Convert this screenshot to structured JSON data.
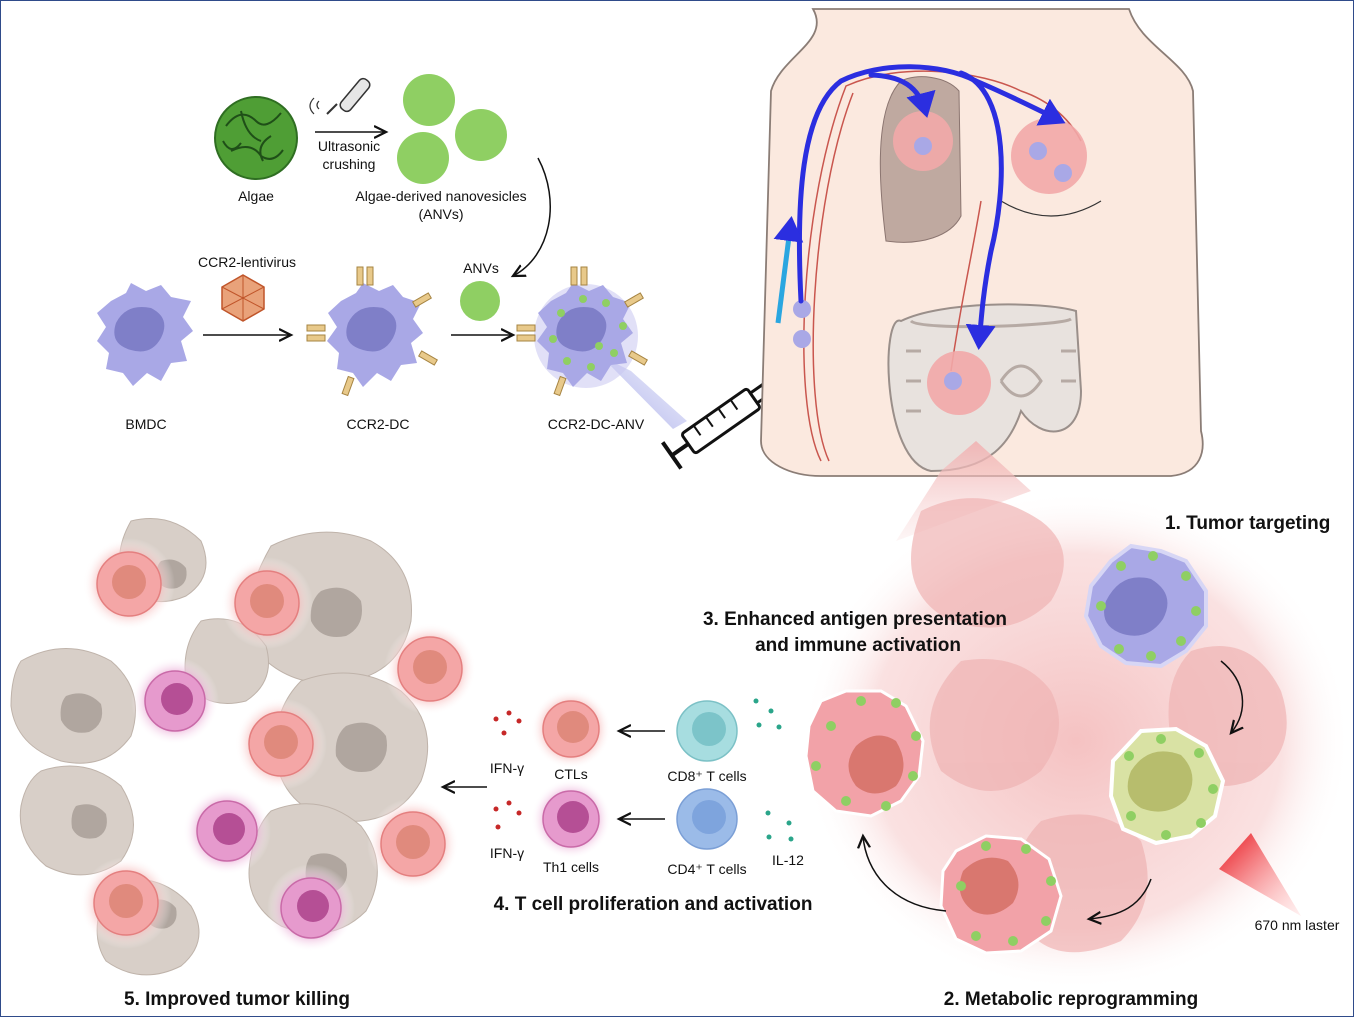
{
  "top": {
    "algae_label": "Algae",
    "ultrasonic_line1": "Ultrasonic",
    "ultrasonic_line2": "crushing",
    "anv_line1": "Algae-derived nanovesicles",
    "anv_line2": "(ANVs)",
    "lentivirus_label": "CCR2-lentivirus",
    "anvs_label": "ANVs",
    "bmdc_label": "BMDC",
    "ccr2dc_label": "CCR2-DC",
    "ccr2dcanv_label": "CCR2-DC-ANV"
  },
  "steps": {
    "step1": "1. Tumor targeting",
    "step2": "2. Metabolic reprogramming",
    "step3_line1": "3. Enhanced antigen presentation",
    "step3_line2": "and immune activation",
    "step4": "4. T cell proliferation and activation",
    "step5": "5. Improved tumor killing"
  },
  "middle": {
    "cd8_label": "CD8⁺ T cells",
    "cd4_label": "CD4⁺ T cells",
    "il12_label": "IL-12",
    "ctl_label": "CTLs",
    "th1_label": "Th1 cells",
    "ifn_label_1": "IFN-γ",
    "ifn_label_2": "IFN-γ",
    "laser_label": "670 nm laster"
  },
  "colors": {
    "dc_purple": "#a9a8e6",
    "nucleus_purple": "#7f7fc8",
    "anv_green": "#8fcf63",
    "algae_green": "#4f9e35",
    "tumor_pink": "#f2a9a9",
    "blood_blue": "#2b2ee0",
    "laser_red": "#e8141c",
    "cd8_cyan": "#a7dde0",
    "cd4_blue": "#9bbbe8",
    "ctl_pink": "#f4a6a6",
    "th1_magenta": "#e69acd",
    "dead_cell_gray": "#cfc5bd"
  }
}
